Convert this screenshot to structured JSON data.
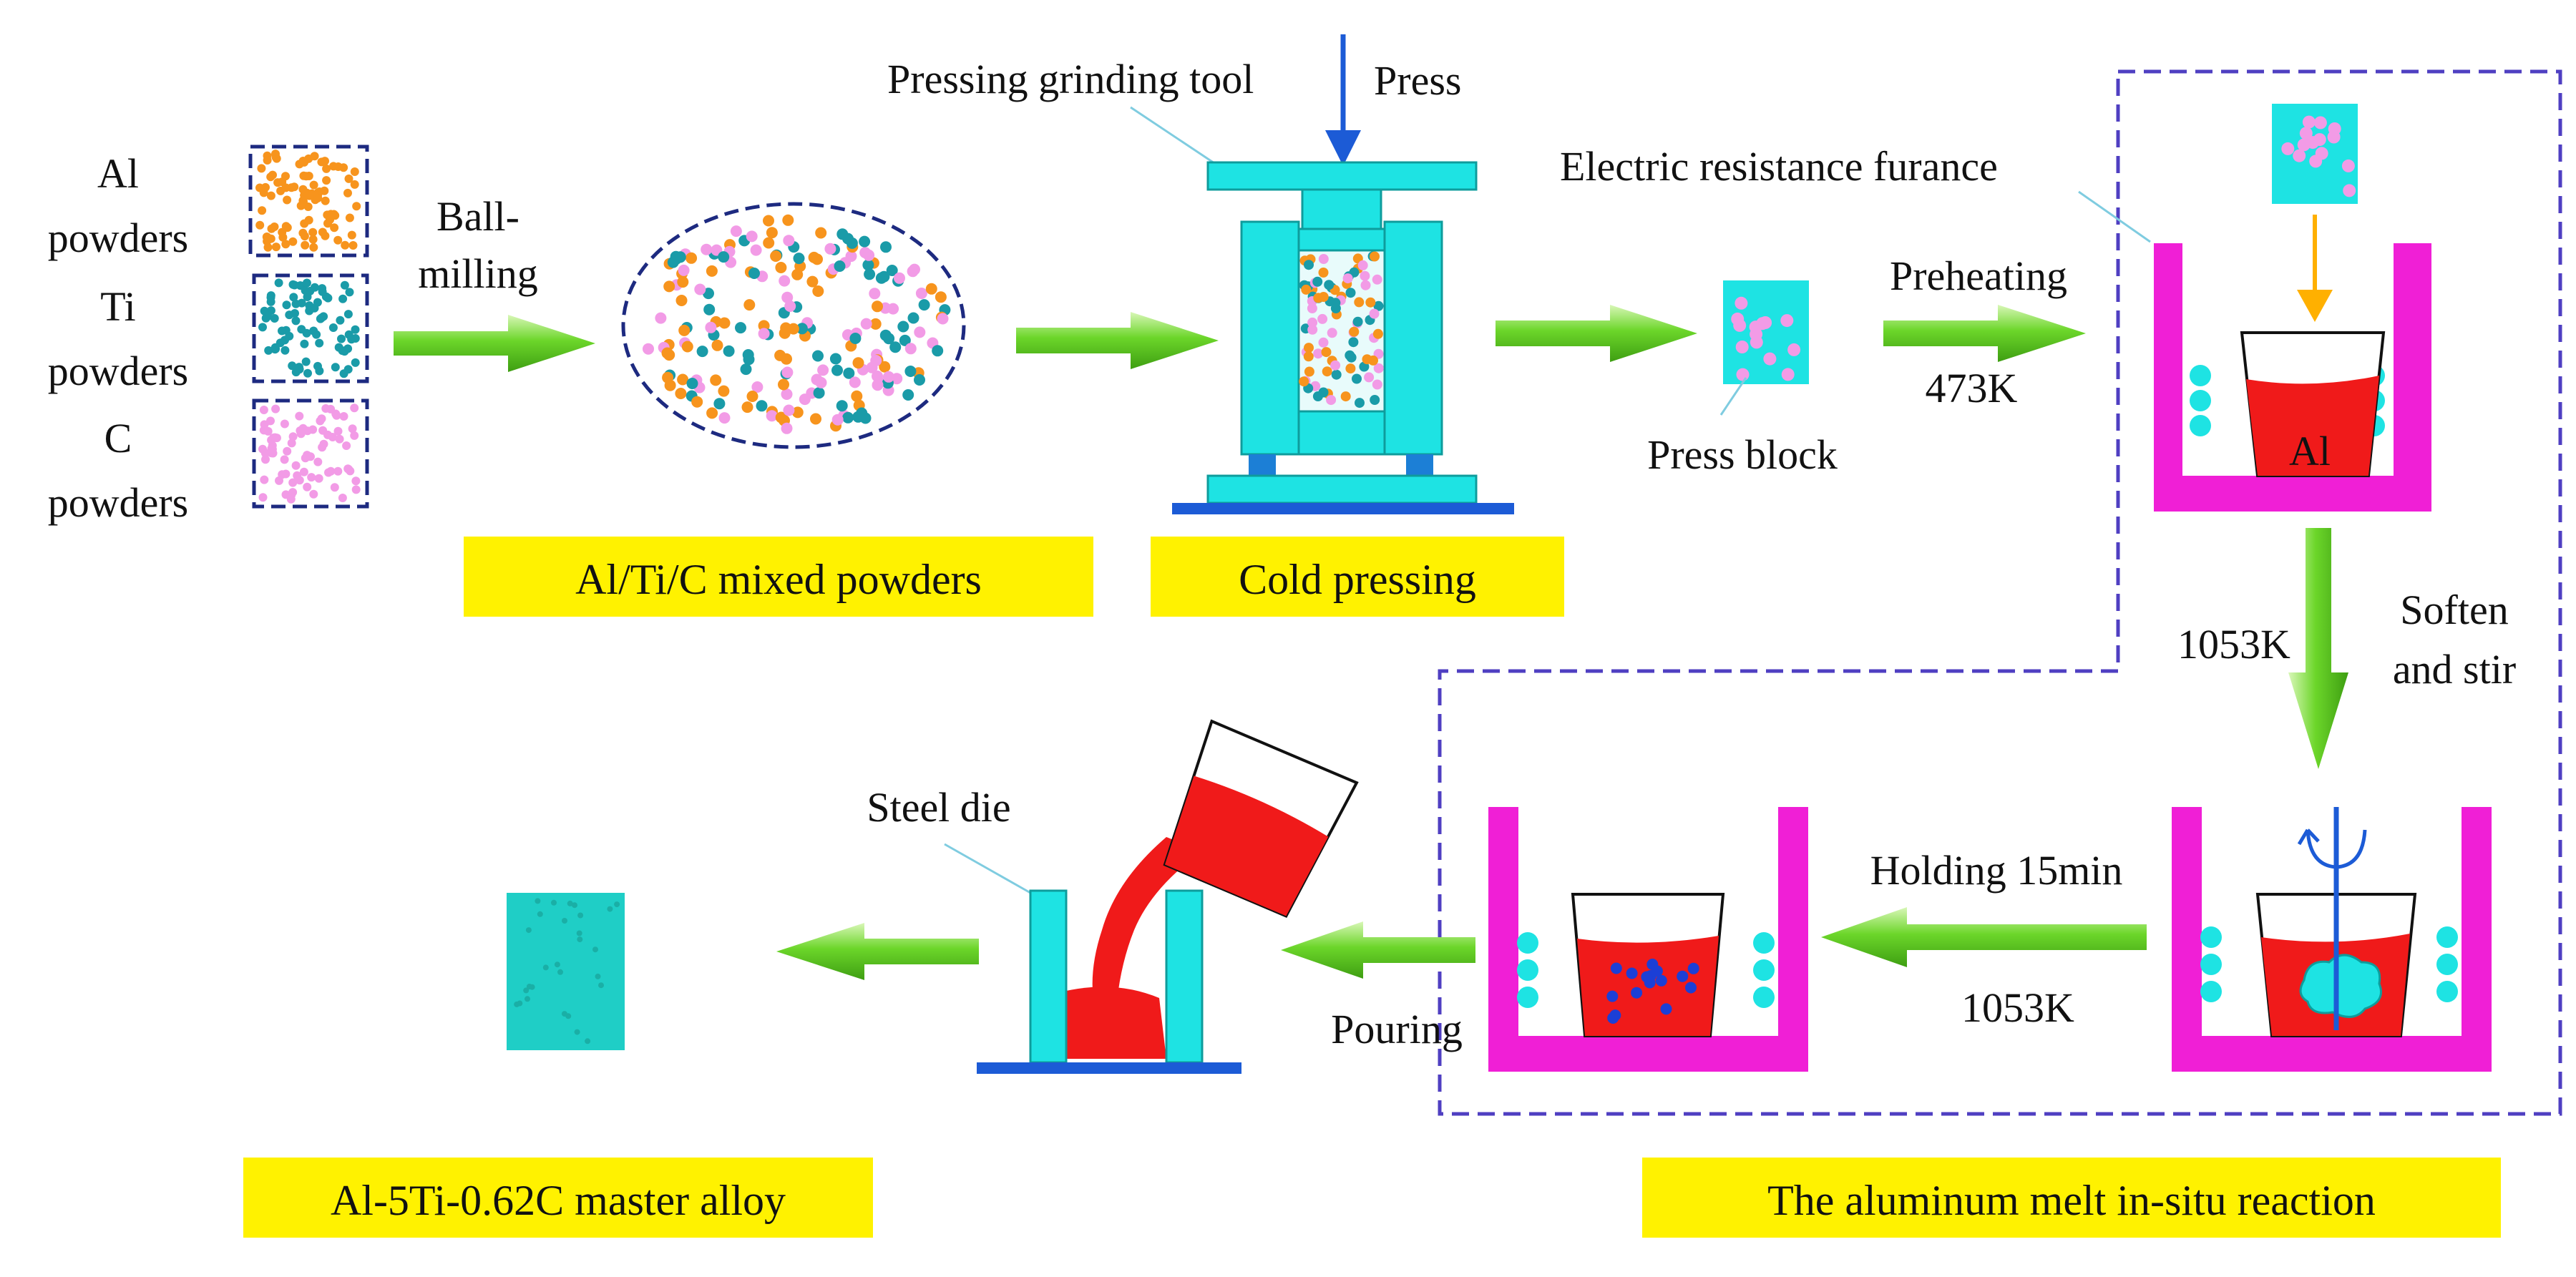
{
  "colors": {
    "aluminum": "#F7941D",
    "titanium": "#1A9BA8",
    "carbon": "#F29BE6",
    "cyan": "#1EE3E3",
    "magenta": "#F01FD6",
    "melt": "#F01A1A",
    "arrow_green": "#6CD62A",
    "highlight": "#FFF200",
    "navy": "#1D2A80",
    "purple": "#4F3FC2",
    "blue": "#1C5BD6",
    "orange_arrow": "#FFB000"
  },
  "labels": {
    "al_line1": "Al",
    "al_line2": "powders",
    "ti_line1": "Ti",
    "ti_line2": "powders",
    "c_line1": "C",
    "c_line2": "powders",
    "ball_line1": "Ball-",
    "ball_line2": "milling",
    "press": "Press",
    "pressing_tool": "Pressing grinding tool",
    "press_block": "Press block",
    "preheating": "Preheating",
    "preheat_temp": "473K",
    "furnace": "Electric resistance furance",
    "al_in_crucible": "Al",
    "soften_line1": "Soften",
    "soften_line2": "and stir",
    "temp_1053_a": "1053K",
    "holding": "Holding 15min",
    "temp_1053_b": "1053K",
    "pouring": "Pouring",
    "steel_die": "Steel die"
  },
  "stage_titles": {
    "mixed": "Al/Ti/C mixed powders",
    "cold": "Cold pressing",
    "master": "Al-5Ti-0.62C master alloy",
    "insitu": "The aluminum melt in-situ reaction"
  },
  "icons": {
    "stirrer": "stirrer-icon",
    "pour_cup": "pouring-crucible-icon"
  }
}
